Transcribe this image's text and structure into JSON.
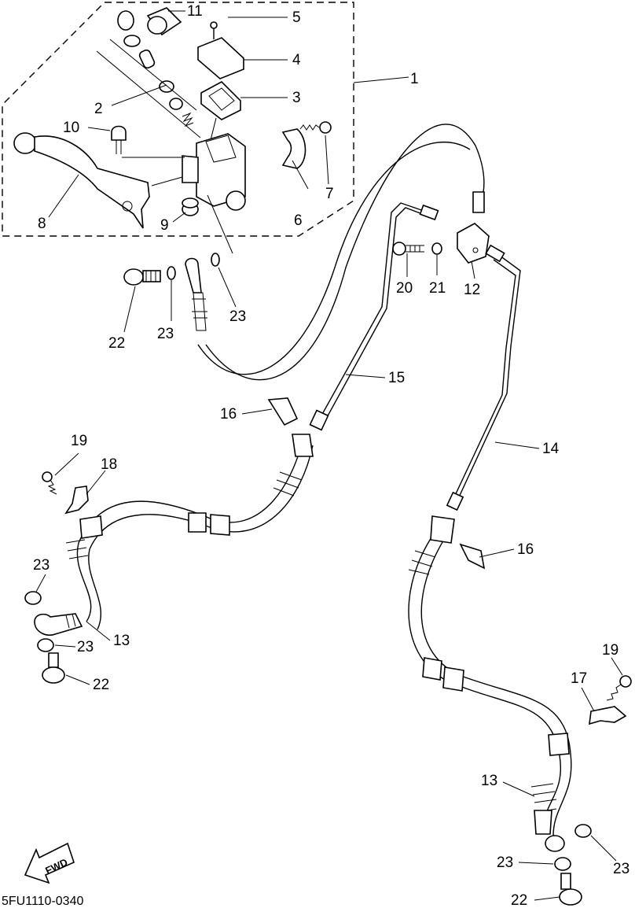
{
  "diagram_code": "5FU1110-0340",
  "fwd_label": "FWD",
  "callouts": {
    "c1": "1",
    "c2": "2",
    "c3": "3",
    "c4": "4",
    "c5": "5",
    "c6": "6",
    "c7": "7",
    "c8": "8",
    "c9": "9",
    "c10": "10",
    "c11": "11",
    "c12": "12",
    "c13a": "13",
    "c13b": "13",
    "c14": "14",
    "c15": "15",
    "c16a": "16",
    "c16b": "16",
    "c17": "17",
    "c18": "18",
    "c19a": "19",
    "c19b": "19",
    "c20": "20",
    "c21": "21",
    "c22a": "22",
    "c22b": "22",
    "c22c": "22",
    "c23a": "23",
    "c23b": "23",
    "c23c": "23",
    "c23d": "23",
    "c23e": "23",
    "c23f": "23"
  }
}
